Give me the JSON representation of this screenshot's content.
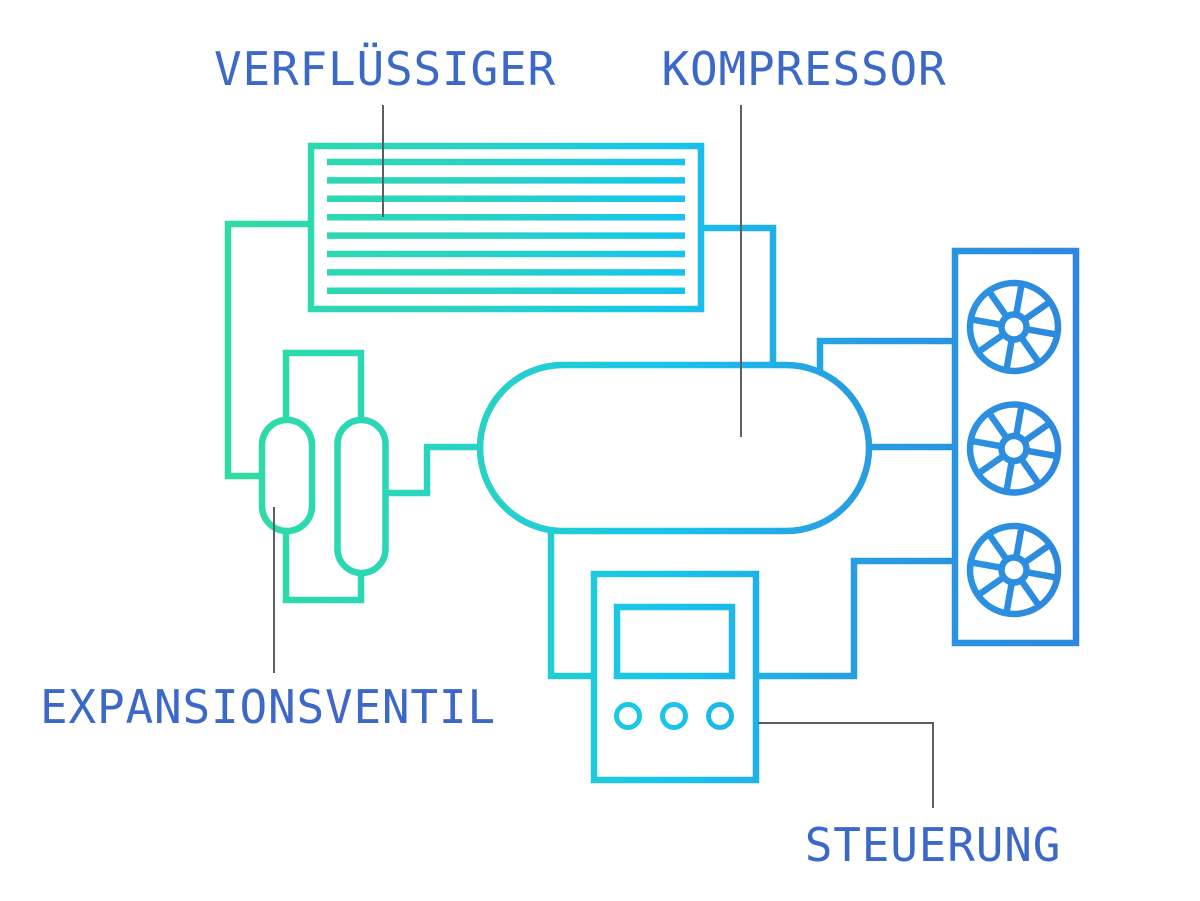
{
  "diagram": {
    "background": "#ffffff",
    "labels": {
      "condenser": "VERFLÜSSIGER",
      "compressor": "KOMPRESSOR",
      "expansion_valve": "EXPANSIONSVENTIL",
      "control": "STEUERUNG"
    },
    "colors": {
      "flow_green": "#2fdda1",
      "flow_teal": "#29d2c5",
      "flow_cyan": "#17c5ec",
      "flow_light_blue": "#27a0e2",
      "flow_blue": "#2e86de",
      "label_text": "#3c69c8",
      "pointer_line": "#5c5e62",
      "background": "#ffffff"
    },
    "components": {
      "condenser": {
        "coil_line_count": 8
      },
      "fan_unit": {
        "fan_count": 3,
        "spokes_per_fan": 8
      },
      "control_unit": {
        "button_count": 3
      }
    }
  }
}
